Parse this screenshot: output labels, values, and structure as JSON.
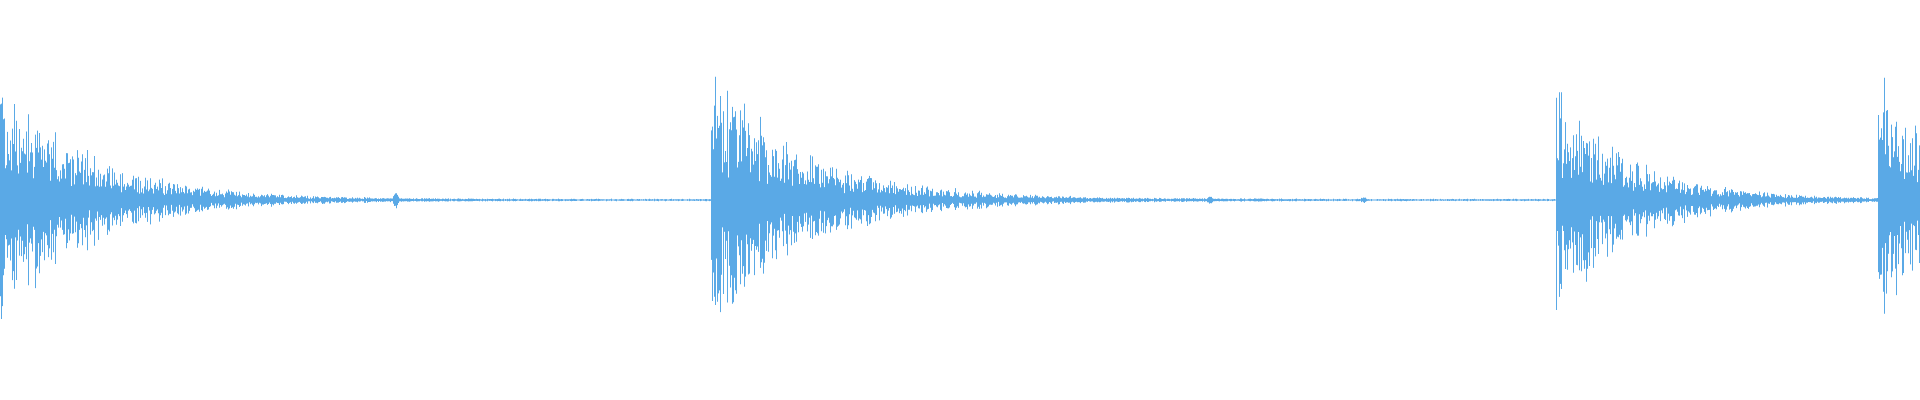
{
  "waveform": {
    "color": "#5aa9e6",
    "background": "#ffffff",
    "duration_fraction_units": "normalized",
    "peak_events": [
      {
        "onset": 0.0,
        "amplitude": 0.98,
        "decay": 0.045
      },
      {
        "onset": 0.37,
        "amplitude": 1.0,
        "decay": 0.05
      },
      {
        "onset": 0.81,
        "amplitude": 0.86,
        "decay": 0.04
      },
      {
        "onset": 0.978,
        "amplitude": 1.0,
        "decay": 0.03
      }
    ],
    "small_blips": [
      {
        "position": 0.12,
        "amplitude": 0.02
      },
      {
        "position": 0.206,
        "amplitude": 0.05
      },
      {
        "position": 0.63,
        "amplitude": 0.02
      },
      {
        "position": 0.71,
        "amplitude": 0.015
      }
    ],
    "noise_floor": 0.006
  }
}
